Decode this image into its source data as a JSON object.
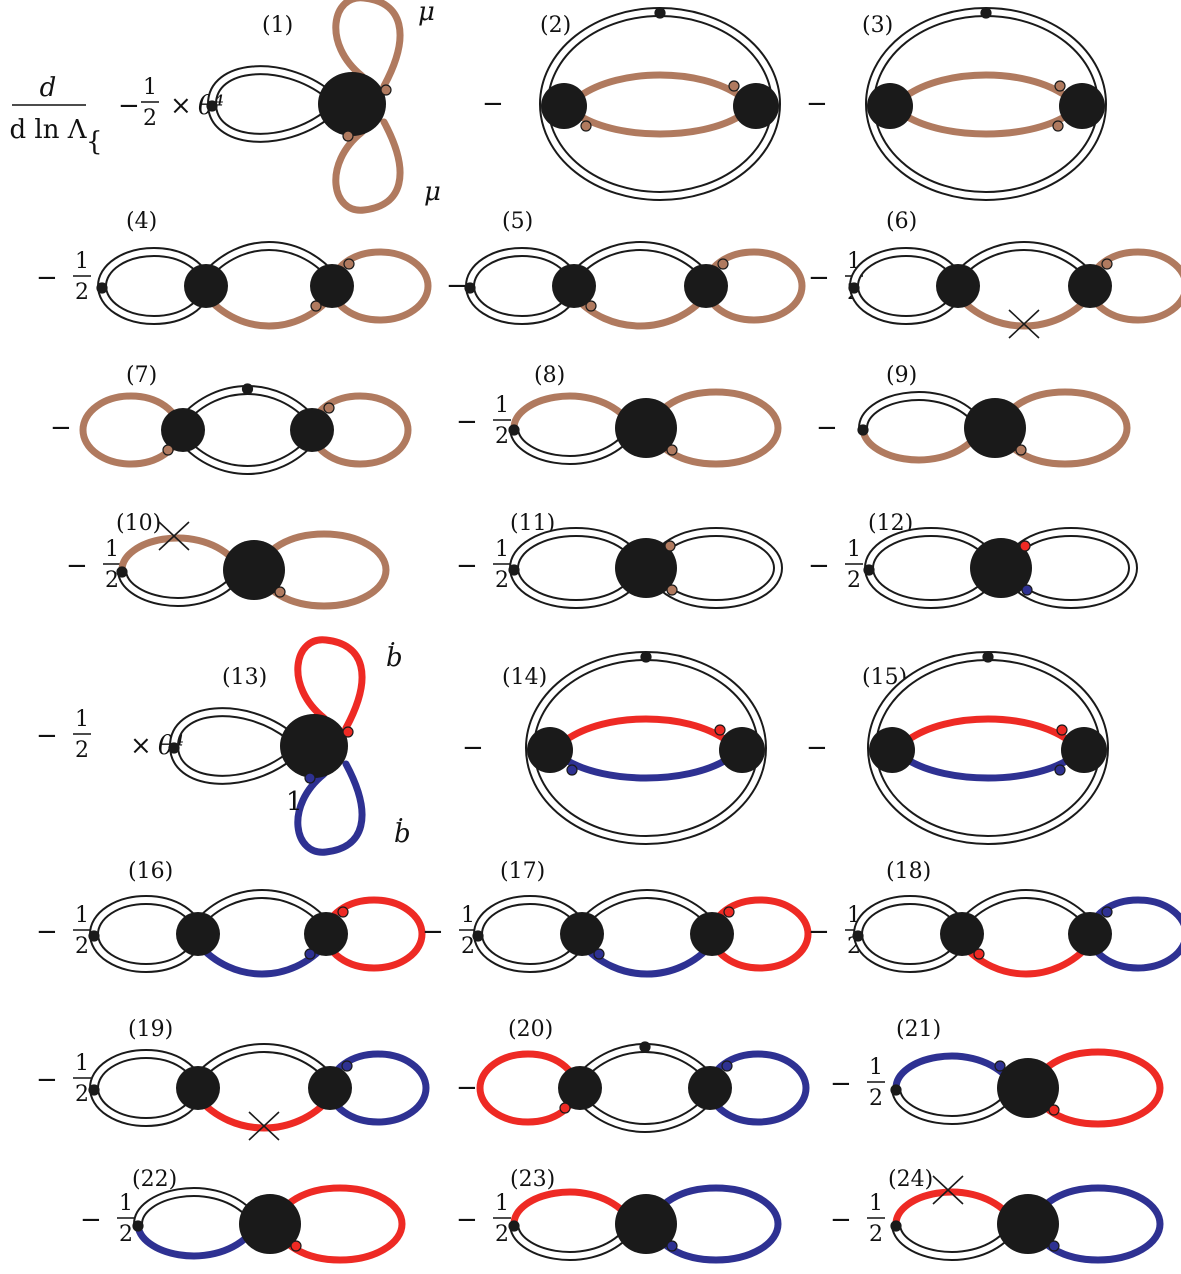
{
  "prefactor": {
    "numerator": "d",
    "denominator": "d ln Λ",
    "open_brace": "{",
    "first_coeff": "−",
    "times": "×",
    "theta4": "θ⁴"
  },
  "fraction": {
    "num": "1",
    "den": "2"
  },
  "minus": "−",
  "times": "×",
  "theta4": "θ⁴",
  "labels": {
    "mu_top": "μ",
    "mu_bottom": "μ",
    "bdot_top": "ḃ",
    "bdot_bottom": "ḃ",
    "one": "1"
  },
  "diagrams": [
    "(1)",
    "(2)",
    "(3)",
    "(4)",
    "(5)",
    "(6)",
    "(7)",
    "(8)",
    "(9)",
    "(10)",
    "(11)",
    "(12)",
    "(13)",
    "(14)",
    "(15)",
    "(16)",
    "(17)",
    "(18)",
    "(19)",
    "(20)",
    "(21)",
    "(22)",
    "(23)",
    "(24)"
  ],
  "colors": {
    "brown": "#b07a5f",
    "red": "#ee2a24",
    "blue": "#2e3192",
    "black": "#1a1a1a"
  }
}
